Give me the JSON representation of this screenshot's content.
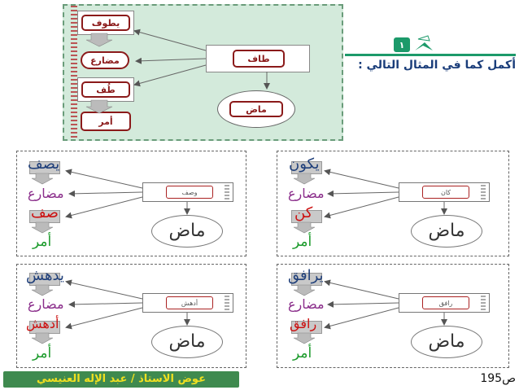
{
  "example": {
    "number_badge": "١",
    "instruction": "أكمل كما في المثال التالي :",
    "verb": "طاف",
    "present": "يطوف",
    "mudari_label": "مضارع",
    "imperative": "طُف",
    "amr_label": "أمر",
    "past_label": "ماض"
  },
  "exercises": [
    {
      "verb": "كان",
      "present": "يكون",
      "imperative": "كن",
      "mudari_label": "مضارع",
      "amr_label": "أمر",
      "past_label": "ماض"
    },
    {
      "verb": "وصف",
      "present": "يصف",
      "imperative": "صف",
      "mudari_label": "مضارع",
      "amr_label": "أمر",
      "past_label": "ماض"
    },
    {
      "verb": "رافق",
      "present": "يرافق",
      "imperative": "رافق",
      "mudari_label": "مضارع",
      "amr_label": "أمر",
      "past_label": "ماض"
    },
    {
      "verb": "أدهش",
      "present": "يدهش",
      "imperative": "أدهش",
      "mudari_label": "مضارع",
      "amr_label": "أمر",
      "past_label": "ماض"
    }
  ],
  "footer": {
    "credit": "عوض الاستاذ / عبد الإله العنيسي",
    "page_label": "ص195"
  },
  "colors": {
    "accent_red": "#cc1111",
    "blue_word": "#1f3f7a",
    "green_word": "#1a9a2a",
    "panel_green": "#d3eadb"
  }
}
